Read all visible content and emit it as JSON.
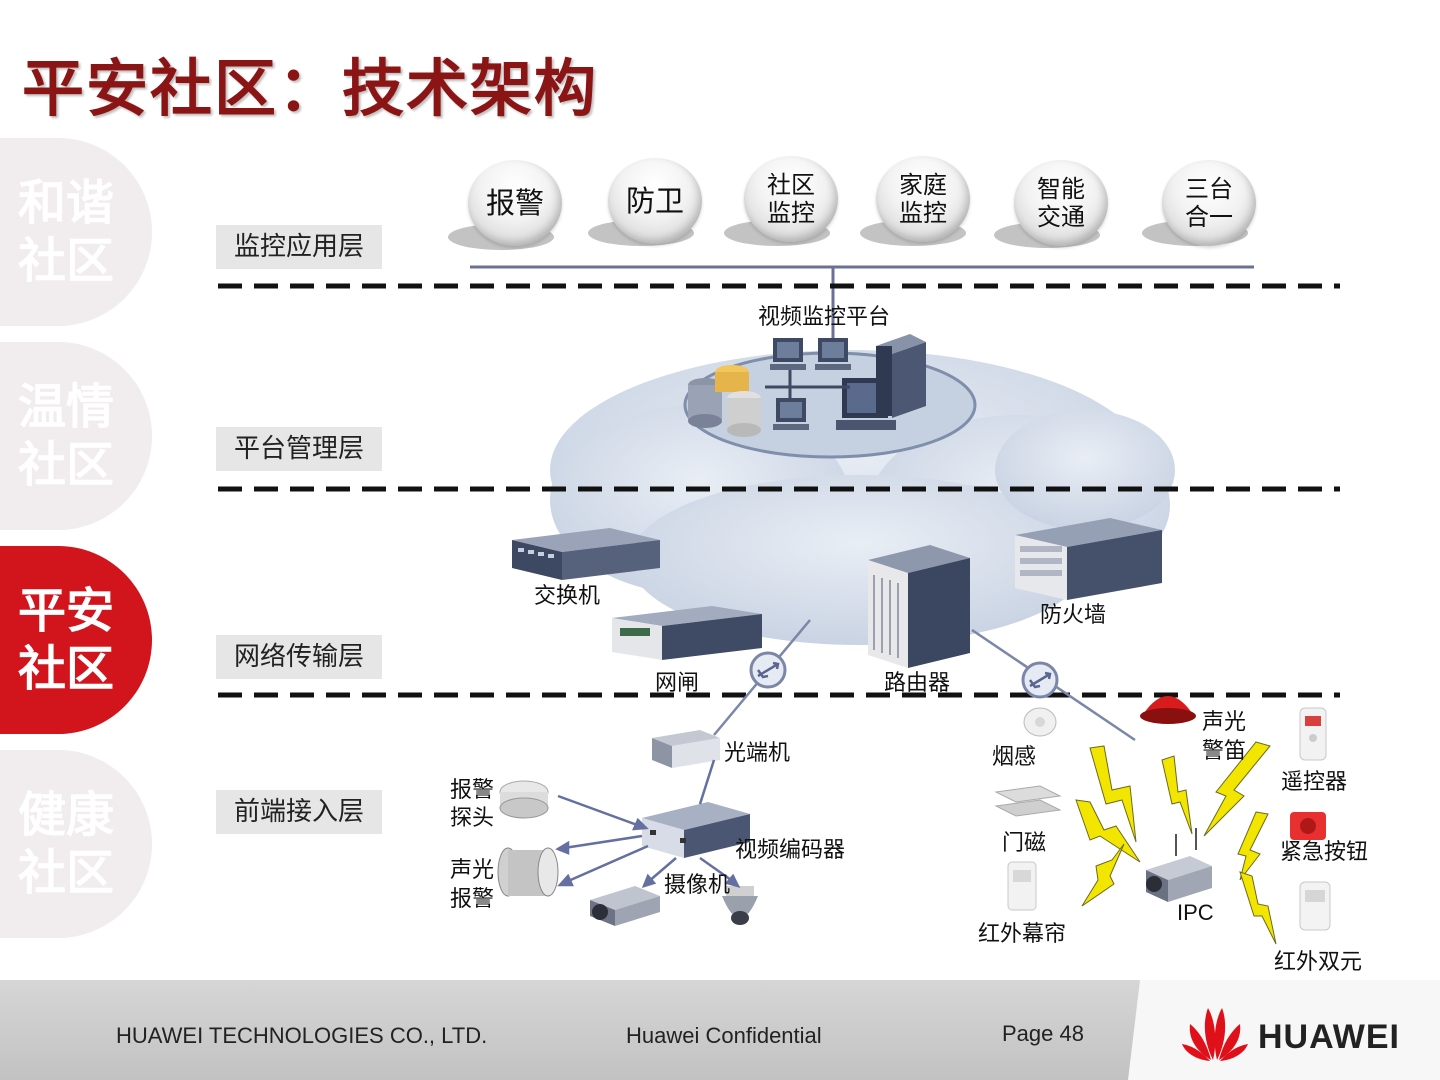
{
  "title": "平安社区：技术架构",
  "sidebar": {
    "tabs": [
      {
        "line1": "和谐",
        "line2": "社区",
        "active": false
      },
      {
        "line1": "温情",
        "line2": "社区",
        "active": false
      },
      {
        "line1": "平安",
        "line2": "社区",
        "active": true
      },
      {
        "line1": "健康",
        "line2": "社区",
        "active": false
      }
    ]
  },
  "layers": {
    "app": "监控应用层",
    "platform": "平台管理层",
    "network": "网络传输层",
    "frontend": "前端接入层"
  },
  "apps": [
    {
      "line1": "报警",
      "line2": ""
    },
    {
      "line1": "防卫",
      "line2": ""
    },
    {
      "line1": "社区",
      "line2": "监控"
    },
    {
      "line1": "家庭",
      "line2": "监控"
    },
    {
      "line1": "智能",
      "line2": "交通"
    },
    {
      "line1": "三台",
      "line2": "合一"
    }
  ],
  "platform": {
    "label": "视频监控平台"
  },
  "network": {
    "switch": "交换机",
    "gateway": "网闸",
    "router": "路由器",
    "firewall": "防火墙"
  },
  "frontend_left": {
    "optical": "光端机",
    "alarm_probe": {
      "line1": "报警",
      "line2": "探头"
    },
    "sound_light_alarm": {
      "line1": "声光",
      "line2": "报警"
    },
    "encoder": "视频编码器",
    "camera": "摄像机"
  },
  "frontend_right": {
    "smoke": "烟感",
    "siren": {
      "line1": "声光",
      "line2": "警笛"
    },
    "remote": "遥控器",
    "door": "门磁",
    "panic": "紧急按钮",
    "curtain": "红外幕帘",
    "ipc": "IPC",
    "dual": "红外双元"
  },
  "footer": {
    "company": "HUAWEI TECHNOLOGIES CO., LTD.",
    "confidential": "Huawei Confidential",
    "page": "Page 48",
    "logo": "HUAWEI"
  },
  "colors": {
    "title": "#8b1515",
    "active_tab": "#d2141c",
    "inactive_tab": "#f1eced",
    "logo_red": "#e0101a"
  }
}
